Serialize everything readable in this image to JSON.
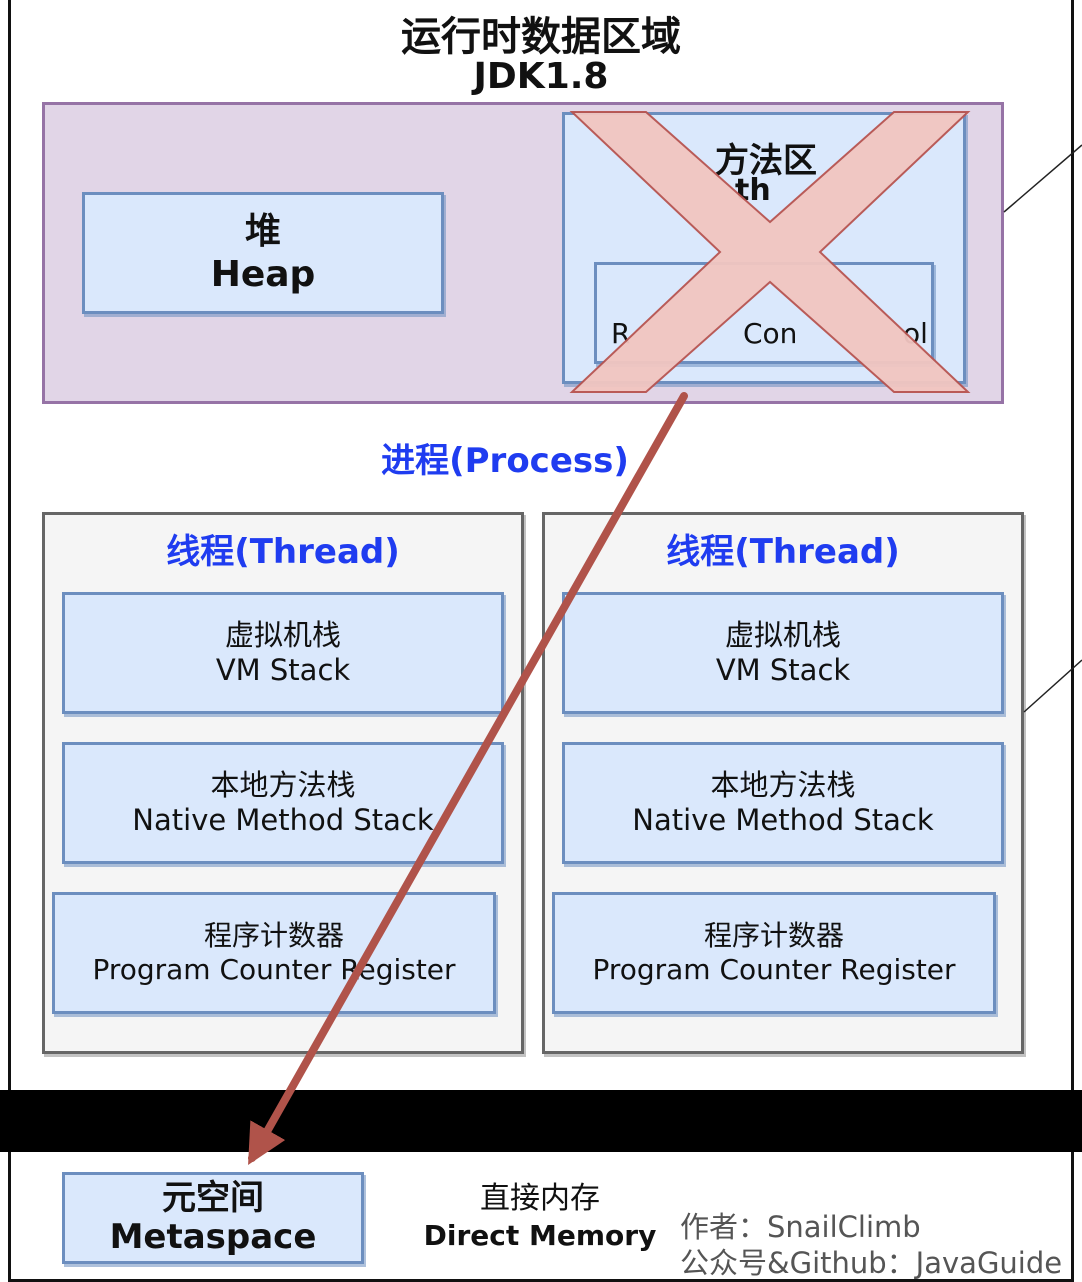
{
  "title": {
    "line1": "运行时数据区域",
    "line2": "JDK1.8"
  },
  "heap": {
    "cn": "堆",
    "en": "Heap"
  },
  "method_area": {
    "cn_partial": "方法区",
    "en_partial": "th"
  },
  "constant_pool_partial": {
    "left": "R",
    "mid": "Con",
    "right": "ol"
  },
  "process_label": "进程(Process)",
  "threads": [
    {
      "label": "线程(Thread)",
      "vm_stack": {
        "cn": "虚拟机栈",
        "en": "VM Stack"
      },
      "native_stack": {
        "cn": "本地方法栈",
        "en": "Native Method Stack"
      },
      "pc_register": {
        "cn": "程序计数器",
        "en": "Program Counter Register"
      }
    },
    {
      "label": "线程(Thread)",
      "vm_stack": {
        "cn": "虚拟机栈",
        "en": "VM Stack"
      },
      "native_stack": {
        "cn": "本地方法栈",
        "en": "Native Method Stack"
      },
      "pc_register": {
        "cn": "程序计数器",
        "en": "Program Counter Register"
      }
    }
  ],
  "metaspace": {
    "cn": "元空间",
    "en": "Metaspace"
  },
  "direct_memory": {
    "cn": "直接内存",
    "en": "Direct Memory"
  },
  "credits": {
    "author": "作者：SnailClimb",
    "source": "公众号&Github：JavaGuide"
  },
  "colors": {
    "purple_fill": "#e1d5e7",
    "purple_stroke": "#9673a6",
    "blue_fill": "#dae8fc",
    "blue_stroke": "#6c8ebf",
    "gray_fill": "#f5f5f5",
    "gray_stroke": "#666666",
    "cross_fill": "#f2c6c1",
    "cross_stroke": "#b85450",
    "arrow": "#b0534a",
    "label_blue": "#1f3cf0"
  }
}
